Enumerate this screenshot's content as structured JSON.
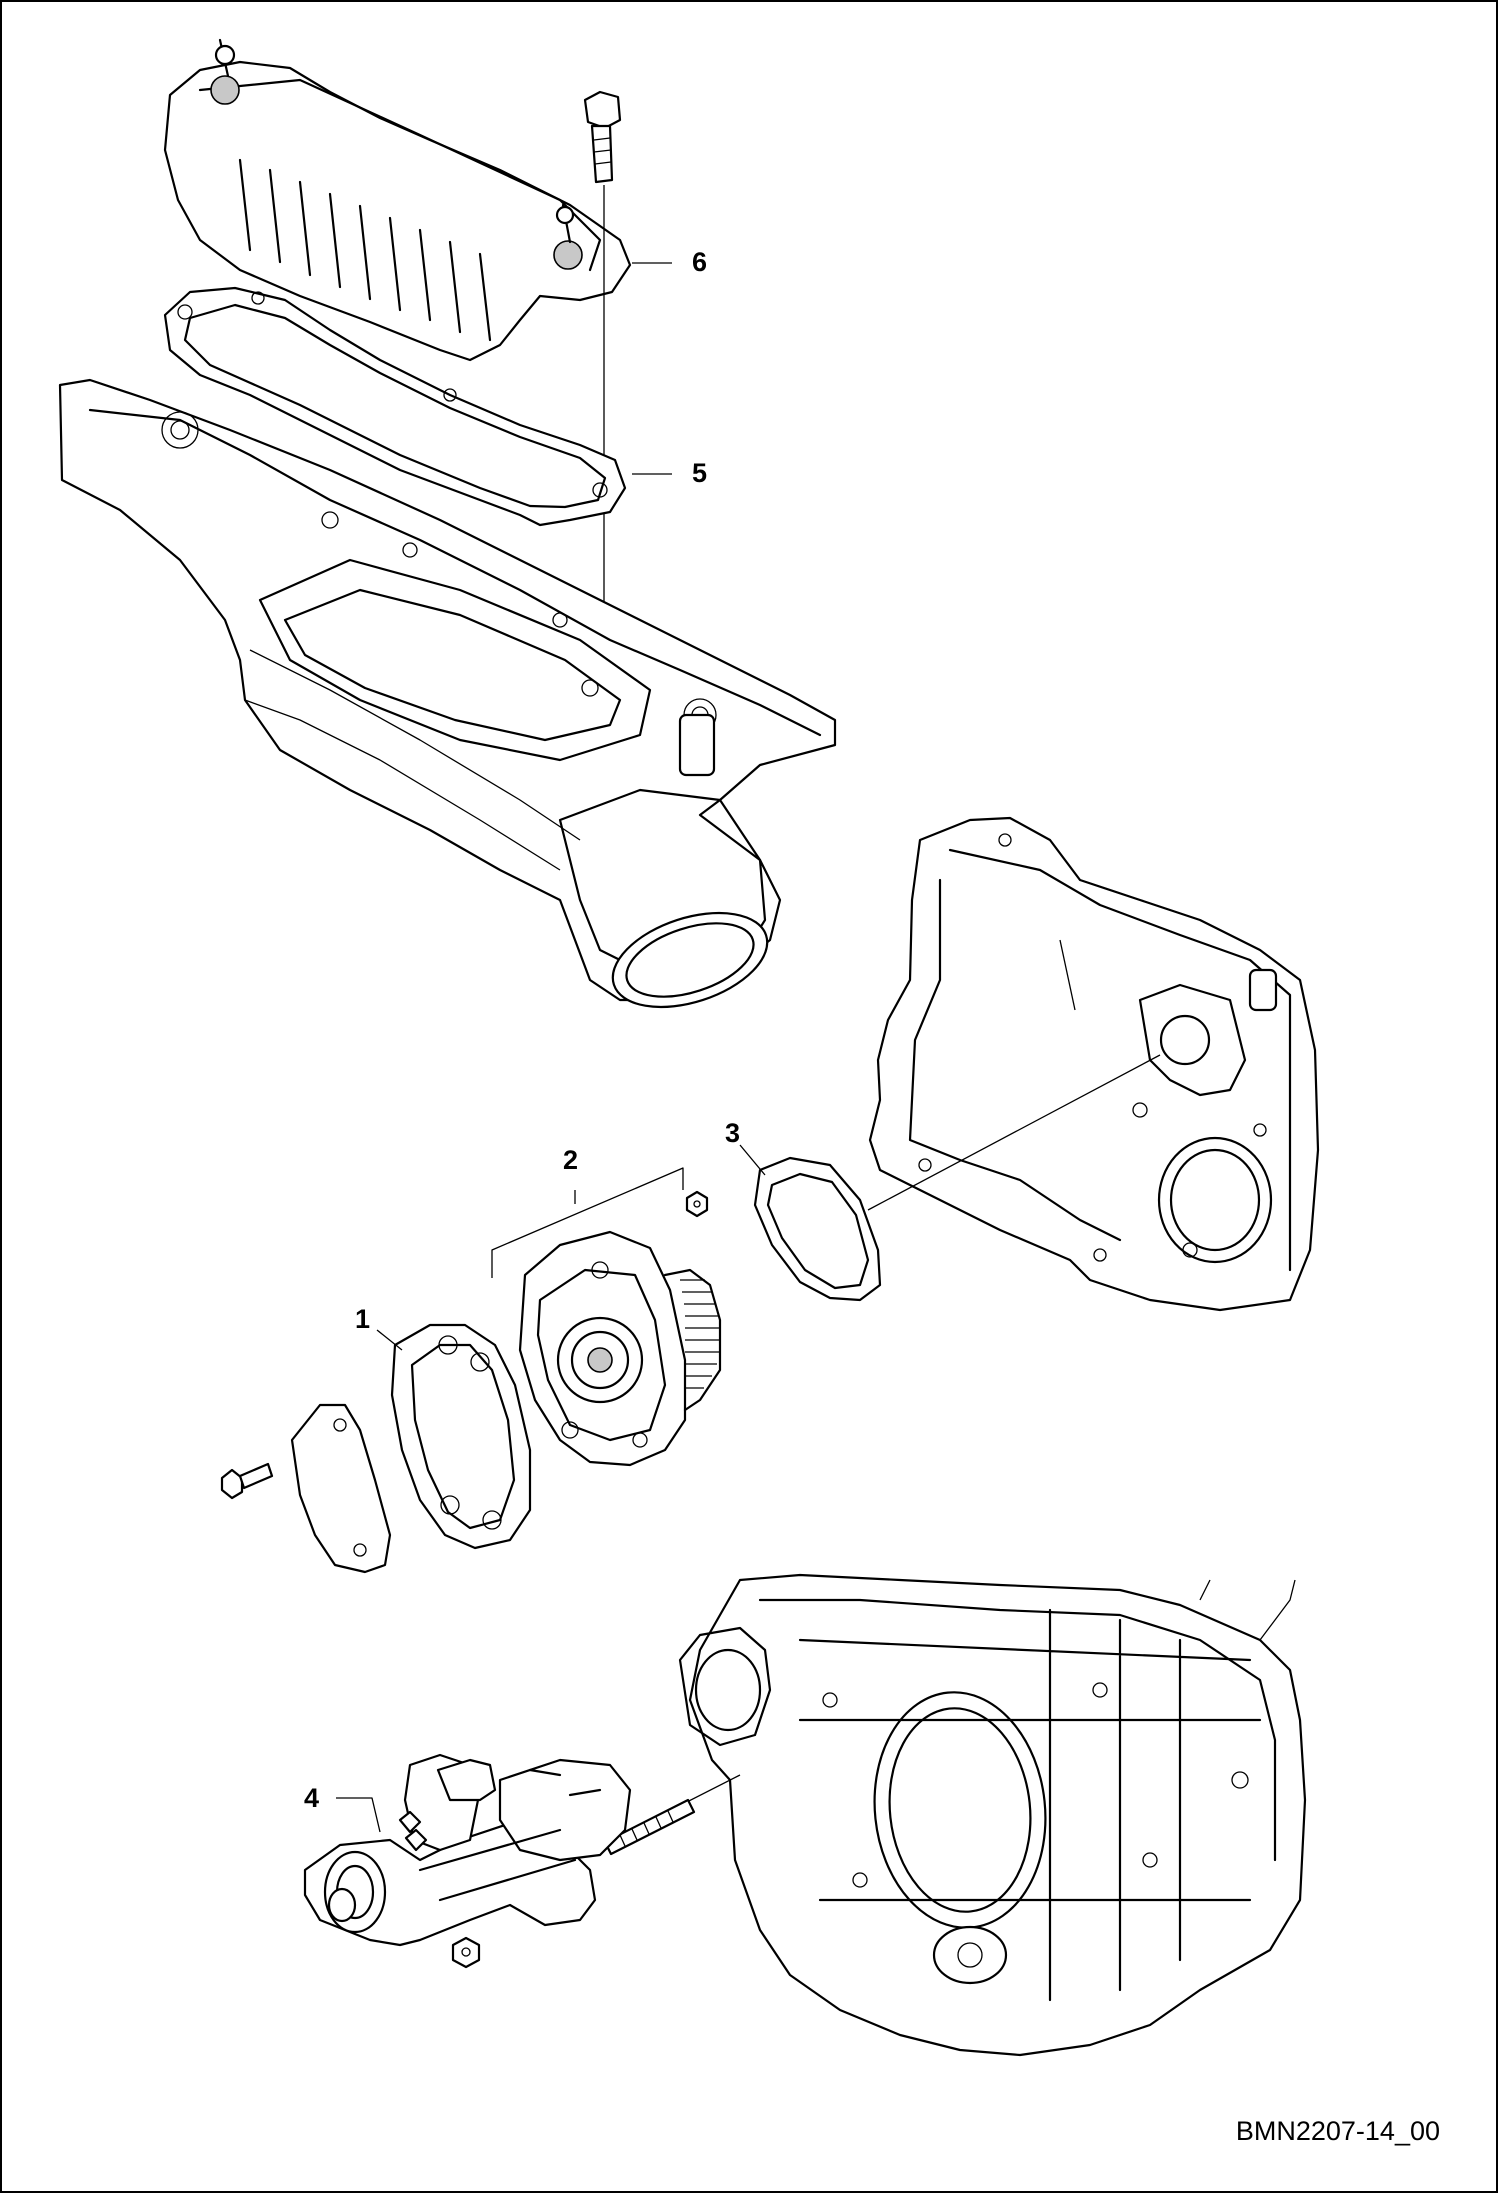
{
  "callouts": {
    "c1": "1",
    "c2": "2",
    "c3": "3",
    "c4": "4",
    "c5": "5",
    "c6": "6"
  },
  "drawing_code": "BMN2207-14_00",
  "icons": [
    "oil-cooler-icon",
    "gasket-icon",
    "intake-manifold-icon",
    "bolt-icon",
    "cover-plate-icon",
    "oil-pump-icon",
    "gear-housing-icon",
    "flywheel-housing-icon",
    "starter-motor-icon",
    "stud-icon",
    "nut-icon"
  ]
}
